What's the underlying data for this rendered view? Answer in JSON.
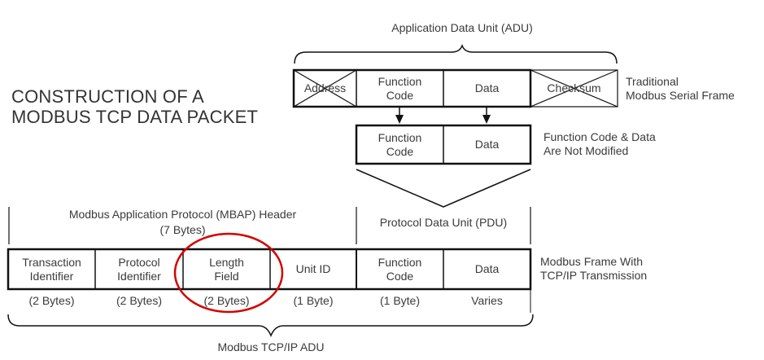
{
  "title": {
    "line1": "CONSTRUCTION OF A",
    "line2": "MODBUS TCP DATA PACKET"
  },
  "serial_frame": {
    "brace_label": "Application Data Unit (ADU)",
    "fields": [
      {
        "label": "Address",
        "crossed_out": true
      },
      {
        "label_line1": "Function",
        "label_line2": "Code",
        "crossed_out": false
      },
      {
        "label": "Data",
        "crossed_out": false
      },
      {
        "label": "Checksum",
        "crossed_out": true
      }
    ],
    "side_label_line1": "Traditional",
    "side_label_line2": "Modbus Serial Frame"
  },
  "pdu_frame": {
    "fields": [
      {
        "label_line1": "Function",
        "label_line2": "Code"
      },
      {
        "label": "Data"
      }
    ],
    "side_label_line1": "Function Code & Data",
    "side_label_line2": "Are Not Modified"
  },
  "tcp_frame": {
    "mbap_header_line1": "Modbus Application Protocol (MBAP) Header",
    "mbap_header_line2": "(7 Bytes)",
    "pdu_header": "Protocol Data Unit (PDU)",
    "fields": [
      {
        "label_line1": "Transaction",
        "label_line2": "Identifier",
        "size": "(2 Bytes)"
      },
      {
        "label_line1": "Protocol",
        "label_line2": "Identifier",
        "size": "(2 Bytes)"
      },
      {
        "label_line1": "Length",
        "label_line2": "Field",
        "size": "(2 Bytes)",
        "highlighted": true
      },
      {
        "label": "Unit ID",
        "size": "(1 Byte)"
      },
      {
        "label_line1": "Function",
        "label_line2": "Code",
        "size": "(1 Byte)"
      },
      {
        "label": "Data",
        "size": "Varies"
      }
    ],
    "side_label_line1": "Modbus Frame With",
    "side_label_line2": "TCP/IP Transmission",
    "brace_label": "Modbus TCP/IP ADU"
  },
  "colors": {
    "line": "#111111",
    "text": "#3a3a3a",
    "highlight": "#d40000"
  }
}
